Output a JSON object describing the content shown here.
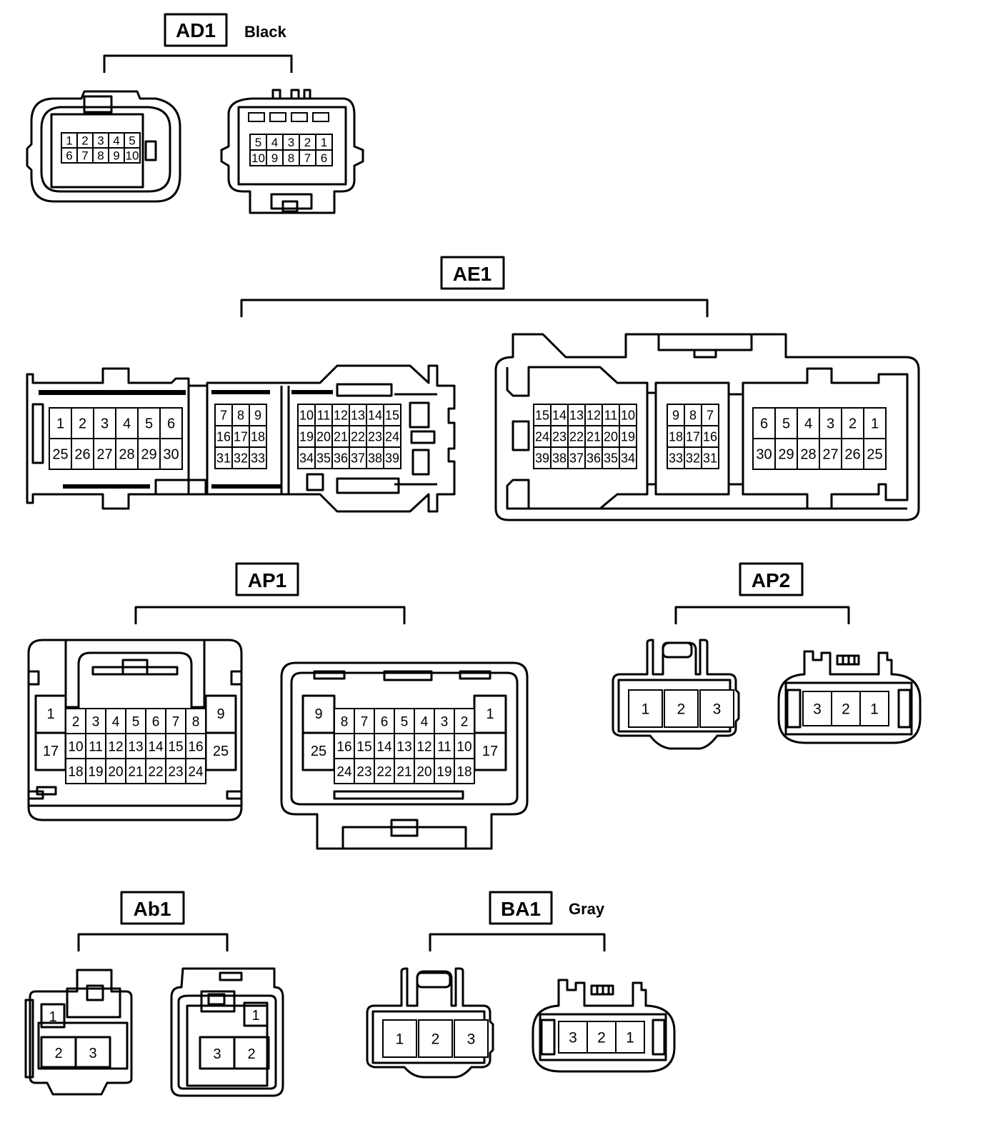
{
  "connectors": [
    {
      "id": "AD1",
      "color": "Black",
      "left": {
        "rows": [
          [
            "1",
            "2",
            "3",
            "4",
            "5"
          ],
          [
            "6",
            "7",
            "8",
            "9",
            "10"
          ]
        ]
      },
      "right": {
        "rows": [
          [
            "5",
            "4",
            "3",
            "2",
            "1"
          ],
          [
            "10",
            "9",
            "8",
            "7",
            "6"
          ]
        ]
      }
    },
    {
      "id": "AE1",
      "color": "",
      "left": {
        "blocks": [
          {
            "rows": [
              [
                "1",
                "2",
                "3",
                "4",
                "5",
                "6"
              ],
              [
                "25",
                "26",
                "27",
                "28",
                "29",
                "30"
              ]
            ]
          },
          {
            "rows": [
              [
                "7",
                "8",
                "9"
              ],
              [
                "16",
                "17",
                "18"
              ],
              [
                "31",
                "32",
                "33"
              ]
            ]
          },
          {
            "rows": [
              [
                "10",
                "11",
                "12",
                "13",
                "14",
                "15"
              ],
              [
                "19",
                "20",
                "21",
                "22",
                "23",
                "24"
              ],
              [
                "34",
                "35",
                "36",
                "37",
                "38",
                "39"
              ]
            ]
          }
        ]
      },
      "right": {
        "blocks": [
          {
            "rows": [
              [
                "15",
                "14",
                "13",
                "12",
                "11",
                "10"
              ],
              [
                "24",
                "23",
                "22",
                "21",
                "20",
                "19"
              ],
              [
                "39",
                "38",
                "37",
                "36",
                "35",
                "34"
              ]
            ]
          },
          {
            "rows": [
              [
                "9",
                "8",
                "7"
              ],
              [
                "18",
                "17",
                "16"
              ],
              [
                "33",
                "32",
                "31"
              ]
            ]
          },
          {
            "rows": [
              [
                "6",
                "5",
                "4",
                "3",
                "2",
                "1"
              ],
              [
                "30",
                "29",
                "28",
                "27",
                "26",
                "25"
              ]
            ]
          }
        ]
      }
    },
    {
      "id": "AP1",
      "color": "",
      "left": {
        "side_top": [
          "1",
          "9"
        ],
        "side_bottom": [
          "17",
          "25"
        ],
        "rows": [
          [
            "2",
            "3",
            "4",
            "5",
            "6",
            "7",
            "8"
          ],
          [
            "10",
            "11",
            "12",
            "13",
            "14",
            "15",
            "16"
          ],
          [
            "18",
            "19",
            "20",
            "21",
            "22",
            "23",
            "24"
          ]
        ]
      },
      "right": {
        "side_top": [
          "9",
          "1"
        ],
        "side_bottom": [
          "25",
          "17"
        ],
        "rows": [
          [
            "8",
            "7",
            "6",
            "5",
            "4",
            "3",
            "2"
          ],
          [
            "16",
            "15",
            "14",
            "13",
            "12",
            "11",
            "10"
          ],
          [
            "24",
            "23",
            "22",
            "21",
            "20",
            "19",
            "18"
          ]
        ]
      }
    },
    {
      "id": "AP2",
      "color": "",
      "left": {
        "rows": [
          [
            "1",
            "2",
            "3"
          ]
        ]
      },
      "right": {
        "rows": [
          [
            "3",
            "2",
            "1"
          ]
        ]
      }
    },
    {
      "id": "Ab1",
      "color": "",
      "left": {
        "rows": [
          [
            "1"
          ],
          [
            "2",
            "3"
          ]
        ]
      },
      "right": {
        "rows": [
          [
            "1"
          ],
          [
            "3",
            "2"
          ]
        ]
      }
    },
    {
      "id": "BA1",
      "color": "Gray",
      "left": {
        "rows": [
          [
            "1",
            "2",
            "3"
          ]
        ]
      },
      "right": {
        "rows": [
          [
            "3",
            "2",
            "1"
          ]
        ]
      }
    }
  ]
}
